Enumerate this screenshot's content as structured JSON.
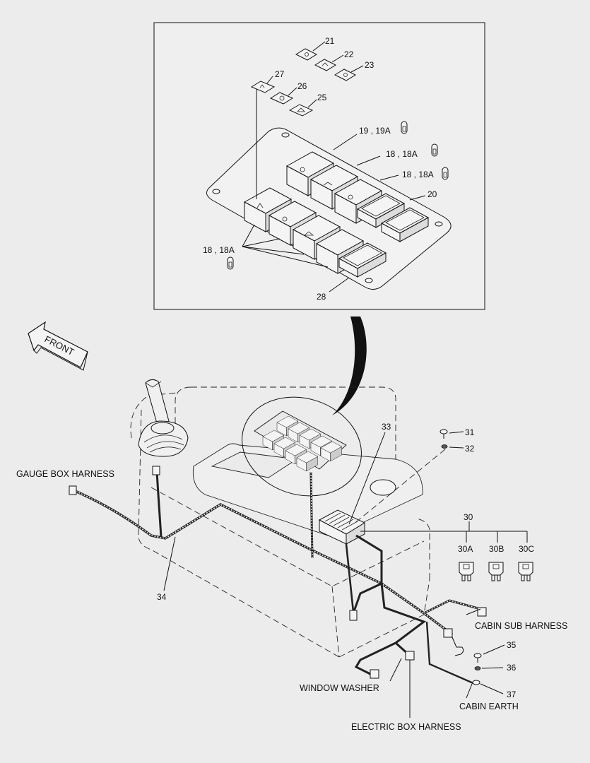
{
  "detail": {
    "callouts": {
      "c21": "21",
      "c22": "22",
      "c23": "23",
      "c27": "27",
      "c26": "26",
      "c25": "25",
      "c19": "19 , 19A",
      "c18a": "18 , 18A",
      "c18b": "18 , 18A",
      "c20": "20",
      "c18c": "18 , 18A",
      "c28": "28"
    }
  },
  "front_arrow": {
    "label": "FRONT"
  },
  "assembly": {
    "callouts": {
      "c33": "33",
      "c31": "31",
      "c32": "32",
      "c30": "30",
      "c30a": "30A",
      "c30b": "30B",
      "c30c": "30C",
      "c34": "34",
      "c35": "35",
      "c36": "36",
      "c37": "37"
    },
    "harness_labels": {
      "gauge_box": "GAUGE BOX HARNESS",
      "cabin_sub": "CABIN SUB HARNESS",
      "window_washer": "WINDOW WASHER",
      "cabin_earth": "CABIN EARTH",
      "electric_box": "ELECTRIC BOX HARNESS"
    }
  }
}
